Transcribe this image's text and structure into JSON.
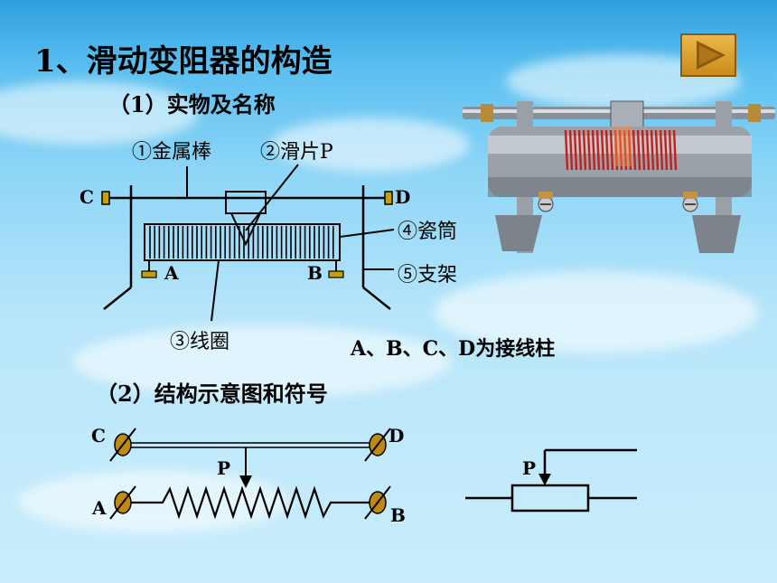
{
  "title": "1、滑动变阻器的构造",
  "section1": {
    "heading": "（1）实物及名称",
    "labels": {
      "metal_rod": "①金属棒",
      "slider": "②滑片P",
      "coil": "③线圈",
      "porcelain_tube": "④瓷筒",
      "bracket": "⑤支架",
      "C": "C",
      "D": "D",
      "A": "A",
      "B": "B"
    },
    "terminals_note": "A、B、C、D为接线柱"
  },
  "section2": {
    "heading": "（2）结构示意图和符号",
    "diagram_labels": {
      "C": "C",
      "D": "D",
      "P": "P",
      "A": "A",
      "B": "B"
    },
    "symbol_label": "P"
  },
  "nav": {
    "play_button": "play-icon"
  }
}
